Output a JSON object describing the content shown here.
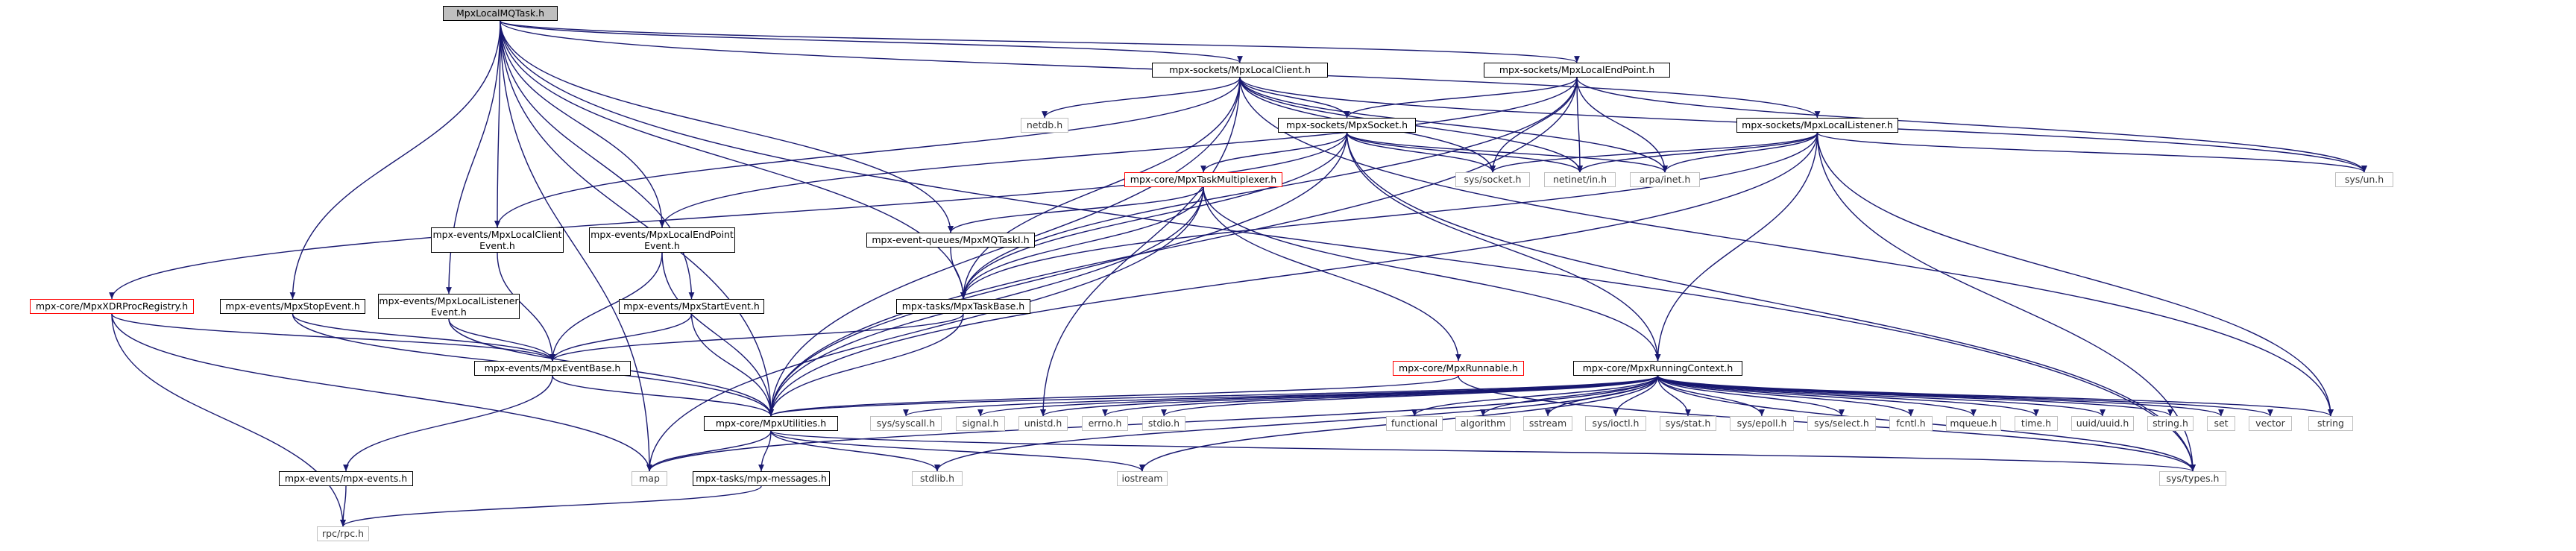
{
  "colors": {
    "edge": "#191970",
    "file_border": "#000000",
    "system_border": "#bfbfbf",
    "missing_border": "#ff0000",
    "root_fill": "#bfbfbf"
  },
  "nodes": {
    "root": "MpxLocalMQTask.h",
    "local_client": "mpx-sockets/MpxLocalClient.h",
    "local_endpoint": "mpx-sockets/MpxLocalEndPoint.h",
    "local_listener": "mpx-sockets/MpxLocalListener.h",
    "socket": "mpx-sockets/MpxSocket.h",
    "netdb": "netdb.h",
    "sys_socket": "sys/socket.h",
    "netinet_in": "netinet/in.h",
    "arpa_inet": "arpa/inet.h",
    "sys_un": "sys/un.h",
    "task_multiplexer": "mpx-core/MpxTaskMultiplexer.h",
    "local_client_event_l1": "mpx-events/MpxLocalClient",
    "local_client_event_l2": "Event.h",
    "local_endpoint_event_l1": "mpx-events/MpxLocalEndPoint",
    "local_endpoint_event_l2": "Event.h",
    "mq_taski": "mpx-event-queues/MpxMQTaskI.h",
    "xdr_registry": "mpx-core/MpxXDRProcRegistry.h",
    "stop_event": "mpx-events/MpxStopEvent.h",
    "local_listener_event_l1": "mpx-events/MpxLocalListener",
    "local_listener_event_l2": "Event.h",
    "start_event": "mpx-events/MpxStartEvent.h",
    "task_base": "mpx-tasks/MpxTaskBase.h",
    "event_base": "mpx-events/MpxEventBase.h",
    "runnable": "mpx-core/MpxRunnable.h",
    "running_context": "mpx-core/MpxRunningContext.h",
    "utilities": "mpx-core/MpxUtilities.h",
    "sys_syscall": "sys/syscall.h",
    "signal": "signal.h",
    "unistd": "unistd.h",
    "errno": "errno.h",
    "stdio": "stdio.h",
    "functional": "functional",
    "algorithm": "algorithm",
    "sstream": "sstream",
    "sys_ioctl": "sys/ioctl.h",
    "sys_stat": "sys/stat.h",
    "sys_epoll": "sys/epoll.h",
    "sys_select": "sys/select.h",
    "fcntl": "fcntl.h",
    "mqueue": "mqueue.h",
    "time": "time.h",
    "uuid": "uuid/uuid.h",
    "string_h": "string.h",
    "set": "set",
    "vector": "vector",
    "string": "string",
    "mpx_events": "mpx-events/mpx-events.h",
    "map": "map",
    "mpx_messages": "mpx-tasks/mpx-messages.h",
    "stdlib": "stdlib.h",
    "iostream": "iostream",
    "sys_types": "sys/types.h",
    "rpc": "rpc/rpc.h"
  }
}
